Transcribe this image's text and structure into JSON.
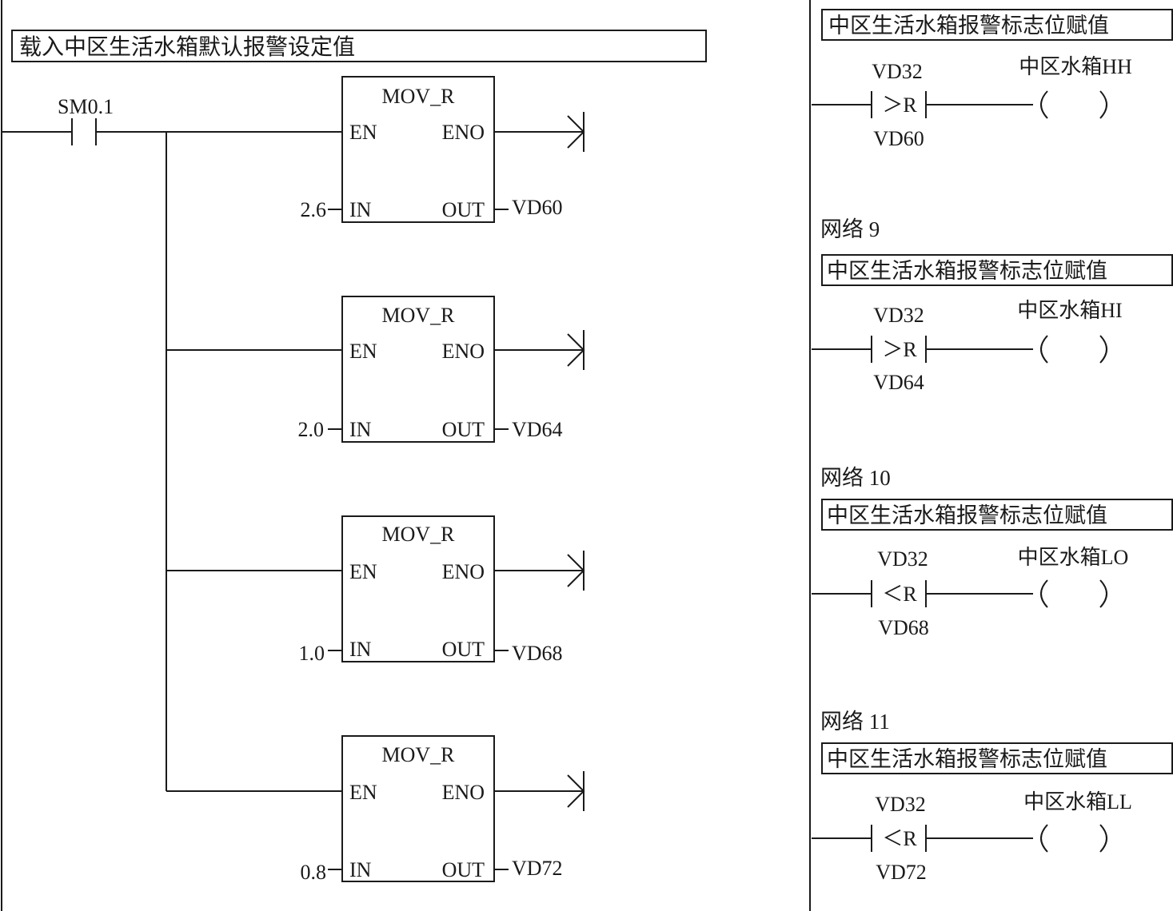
{
  "left_network": {
    "comment": "载入中区生活水箱默认报警设定值",
    "contact": "SM0.1",
    "blocks": [
      {
        "title": "MOV_R",
        "en": "EN",
        "eno": "ENO",
        "in_label": "IN",
        "out_label": "OUT",
        "input": "2.6",
        "output": "VD60"
      },
      {
        "title": "MOV_R",
        "en": "EN",
        "eno": "ENO",
        "in_label": "IN",
        "out_label": "OUT",
        "input": "2.0",
        "output": "VD64"
      },
      {
        "title": "MOV_R",
        "en": "EN",
        "eno": "ENO",
        "in_label": "IN",
        "out_label": "OUT",
        "input": "1.0",
        "output": "VD68"
      },
      {
        "title": "MOV_R",
        "en": "EN",
        "eno": "ENO",
        "in_label": "IN",
        "out_label": "OUT",
        "input": "0.8",
        "output": "VD72"
      }
    ]
  },
  "right_networks": [
    {
      "title": "",
      "comment": "中区生活水箱报警标志位赋值",
      "op1": "VD32",
      "compare": "＞R",
      "op2": "VD60",
      "coil": "中区水箱HH"
    },
    {
      "title": "网络 9",
      "comment": "中区生活水箱报警标志位赋值",
      "op1": "VD32",
      "compare": "＞R",
      "op2": "VD64",
      "coil": "中区水箱HI"
    },
    {
      "title": "网络 10",
      "comment": "中区生活水箱报警标志位赋值",
      "op1": "VD32",
      "compare": "＜R",
      "op2": "VD68",
      "coil": "中区水箱LO"
    },
    {
      "title": "网络 11",
      "comment": "中区生活水箱报警标志位赋值",
      "op1": "VD32",
      "compare": "＜R",
      "op2": "VD72",
      "coil": "中区水箱LL"
    }
  ]
}
